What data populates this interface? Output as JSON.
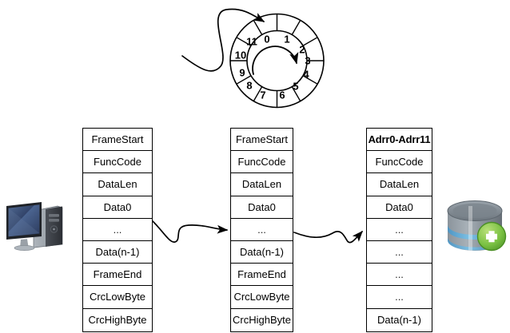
{
  "diagram": {
    "title": "Modbus frame buffering into circular address ring and database",
    "background": "#ffffff",
    "ring": {
      "name": "circular-buffer-ring",
      "slot_count": 12,
      "slots": [
        "0",
        "1",
        "2",
        "3",
        "4",
        "5",
        "6",
        "7",
        "8",
        "9",
        "10",
        "11"
      ],
      "inner_arrow_direction": "clockwise",
      "inbound_arrow_label": ""
    },
    "tables": [
      {
        "name": "frame-table-client",
        "header_bold": false,
        "rows": [
          "FrameStart",
          "FuncCode",
          "DataLen",
          "Data0",
          "...",
          "Data(n-1)",
          "FrameEnd",
          "CrcLowByte",
          "CrcHighByte"
        ]
      },
      {
        "name": "frame-table-server",
        "header_bold": false,
        "rows": [
          "FrameStart",
          "FuncCode",
          "DataLen",
          "Data0",
          "...",
          "Data(n-1)",
          "FrameEnd",
          "CrcLowByte",
          "CrcHighByte"
        ]
      },
      {
        "name": "frame-table-storage",
        "header_bold": true,
        "rows": [
          "Adrr0-Adrr11",
          "FuncCode",
          "DataLen",
          "Data0",
          "...",
          "...",
          "...",
          "...",
          "Data(n-1)"
        ]
      }
    ],
    "icons": [
      {
        "name": "computer-icon",
        "label": "desktop computer with monitor and tower"
      },
      {
        "name": "database-add-icon",
        "label": "database cylinder with green plus badge"
      }
    ],
    "connectors": [
      {
        "name": "connector-client-to-server",
        "style": "curved-squiggle-arrow"
      },
      {
        "name": "connector-server-to-storage",
        "style": "wavy-arrow"
      },
      {
        "name": "connector-into-ring",
        "style": "looped-arrow"
      }
    ],
    "colors": {
      "stroke": "#000000",
      "table_border": "#000000",
      "monitor_screen": "#3b4f74",
      "tower_body": "#8e939b",
      "db_body": "#7f8a92",
      "db_band": "#5fa8d3",
      "plus_badge": "#7ac143"
    }
  }
}
